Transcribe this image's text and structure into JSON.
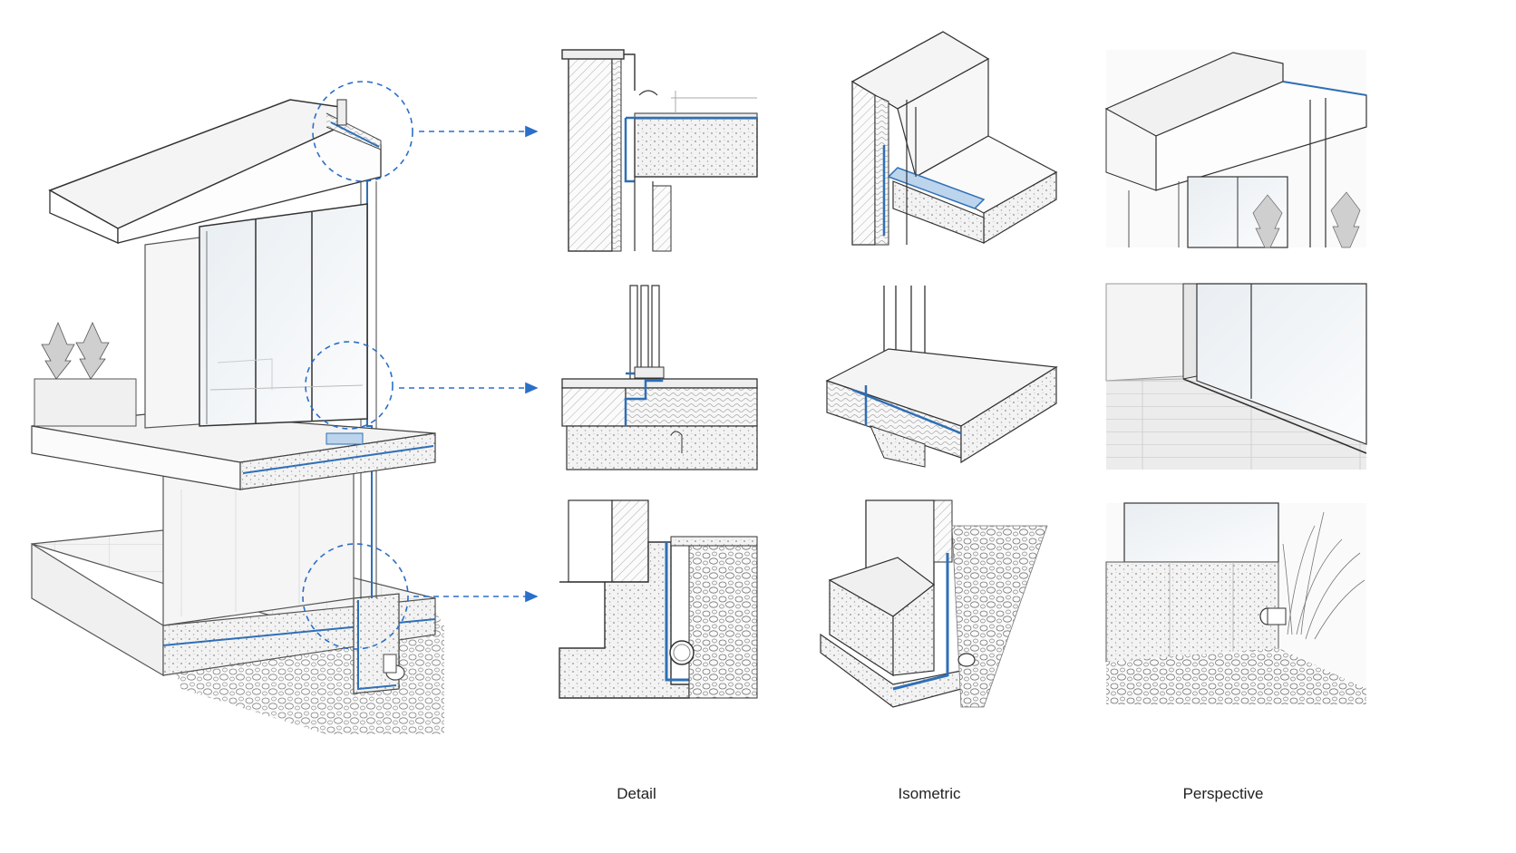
{
  "columns": {
    "detail": "Detail",
    "isometric": "Isometric",
    "perspective": "Perspective"
  },
  "colors": {
    "membrane": "#7fb0dc",
    "membrane_dark": "#2f6fb6",
    "callout": "#2a6fc9",
    "line": "#2b2b2b",
    "light_line": "#9a9a9a",
    "concrete": "#f1f1f1"
  },
  "rows": [
    "roof-parapet",
    "floor-threshold",
    "foundation-footing"
  ]
}
